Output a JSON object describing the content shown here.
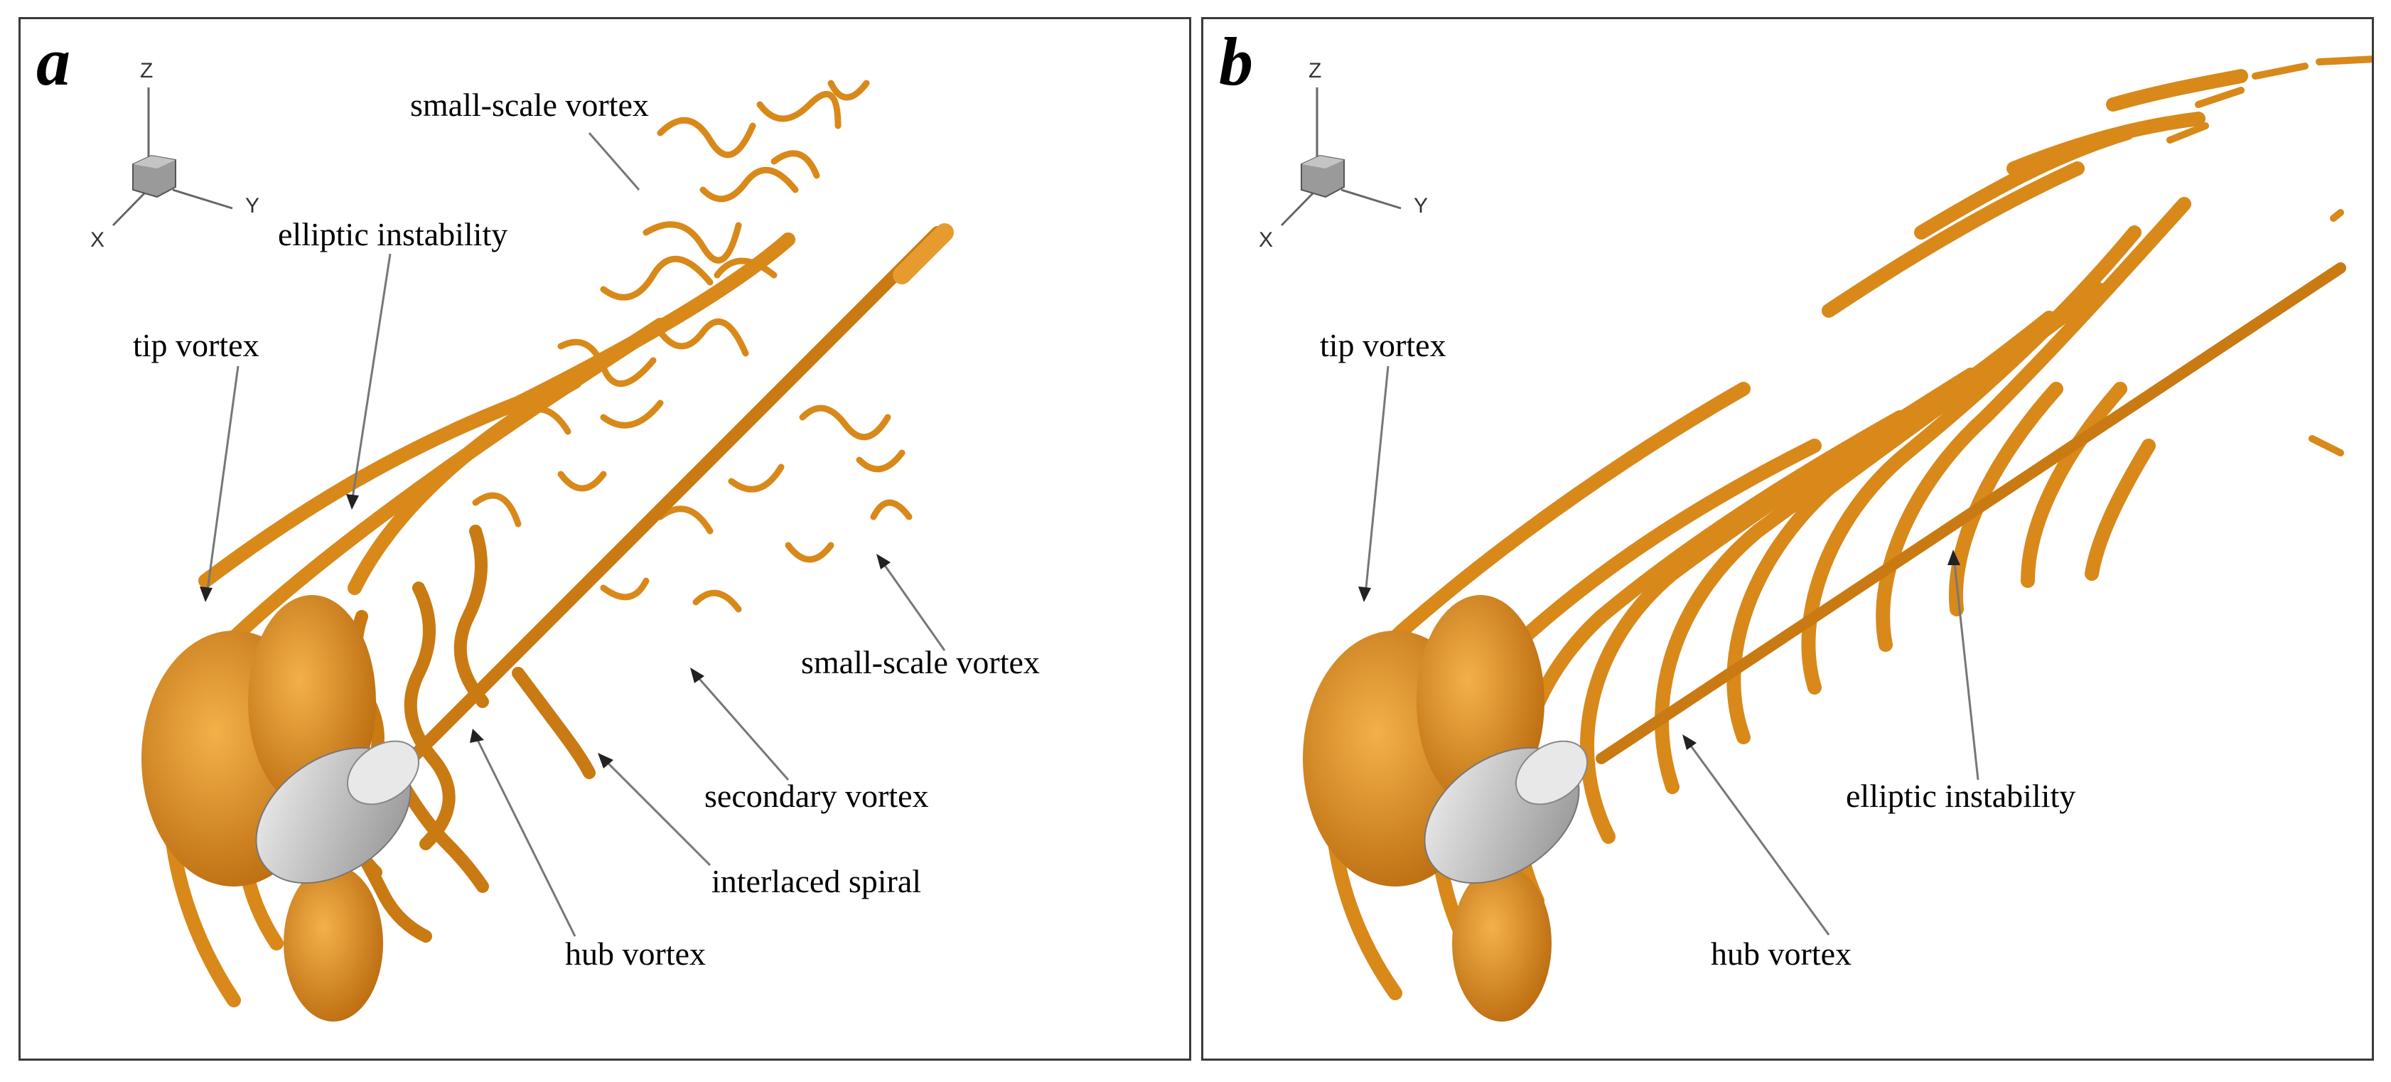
{
  "colors": {
    "vortex": "#d8891a",
    "vortex_dark": "#a85f08",
    "vortex_light": "#f3b14a",
    "hub": "#c9c9c9",
    "hub_dark": "#8f8f8f",
    "border": "#3a3a3a"
  },
  "axes": {
    "z": "Z",
    "x": "X",
    "y": "Y"
  },
  "panel_a": {
    "letter": "a",
    "labels": {
      "small_scale_top": "small-scale vortex",
      "elliptic": "elliptic instability",
      "tip": "tip vortex",
      "small_scale_right": "small-scale vortex",
      "secondary": "secondary vortex",
      "interlaced": "interlaced spiral",
      "hub": "hub vortex"
    }
  },
  "panel_b": {
    "letter": "b",
    "labels": {
      "tip": "tip vortex",
      "elliptic": "elliptic instability",
      "hub": "hub vortex"
    }
  }
}
